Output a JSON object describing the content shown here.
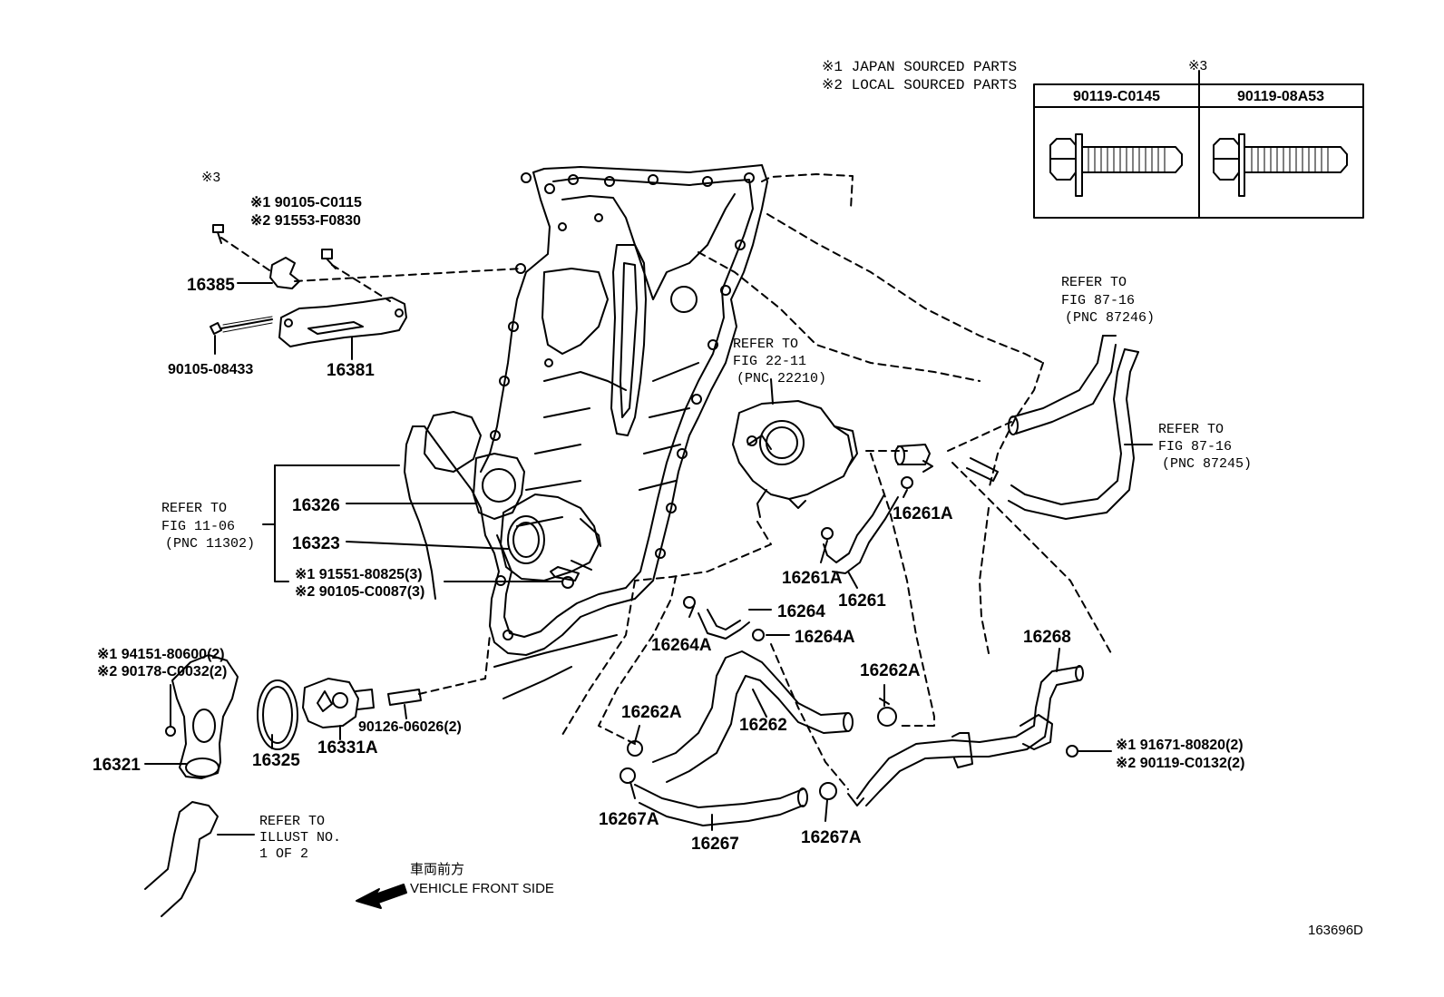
{
  "legend": {
    "line1": "※1 JAPAN SOURCED PARTS",
    "line2": "※2 LOCAL SOURCED PARTS"
  },
  "bolt_table": {
    "mark": "※3",
    "col1": "90119-C0145",
    "col2": "90119-08A53"
  },
  "parts": {
    "p16385": "16385",
    "p16381": "16381",
    "p90105_08433": "90105-08433",
    "mark3_top": "※3",
    "alt_top_1": "※1 90105-C0115",
    "alt_top_2": "※2 91553-F0830",
    "p16326": "16326",
    "p16323": "16323",
    "alt_mid_1": "※1 91551-80825(3)",
    "alt_mid_2": "※2 90105-C0087(3)",
    "alt_low_1": "※1 94151-80600(2)",
    "alt_low_2": "※2 90178-C0032(2)",
    "p16321": "16321",
    "p16325": "16325",
    "p16331A": "16331A",
    "p90126": "90126-06026(2)",
    "p16261A_a": "16261A",
    "p16261A_b": "16261A",
    "p16261": "16261",
    "p16264": "16264",
    "p16264A_a": "16264A",
    "p16264A_b": "16264A",
    "p16262A_a": "16262A",
    "p16262A_b": "16262A",
    "p16262": "16262",
    "p16267A_a": "16267A",
    "p16267A_b": "16267A",
    "p16267": "16267",
    "p16268": "16268",
    "alt_right_1": "※1 91671-80820(2)",
    "alt_right_2": "※2 90119-C0132(2)"
  },
  "refs": {
    "fig11": [
      "REFER TO",
      "FIG 11-06",
      "(PNC 11302)"
    ],
    "fig22": [
      "REFER TO",
      "FIG 22-11",
      "(PNC 22210)"
    ],
    "fig87a": [
      "REFER TO",
      "FIG 87-16",
      "(PNC 87246)"
    ],
    "fig87b": [
      "REFER TO",
      "FIG 87-16",
      "(PNC 87245)"
    ],
    "illust": [
      "REFER TO",
      "ILLUST NO.",
      "1 OF 2"
    ]
  },
  "direction": {
    "jp": "車両前方",
    "en": "VEHICLE FRONT SIDE"
  },
  "figure_id": "163696D"
}
